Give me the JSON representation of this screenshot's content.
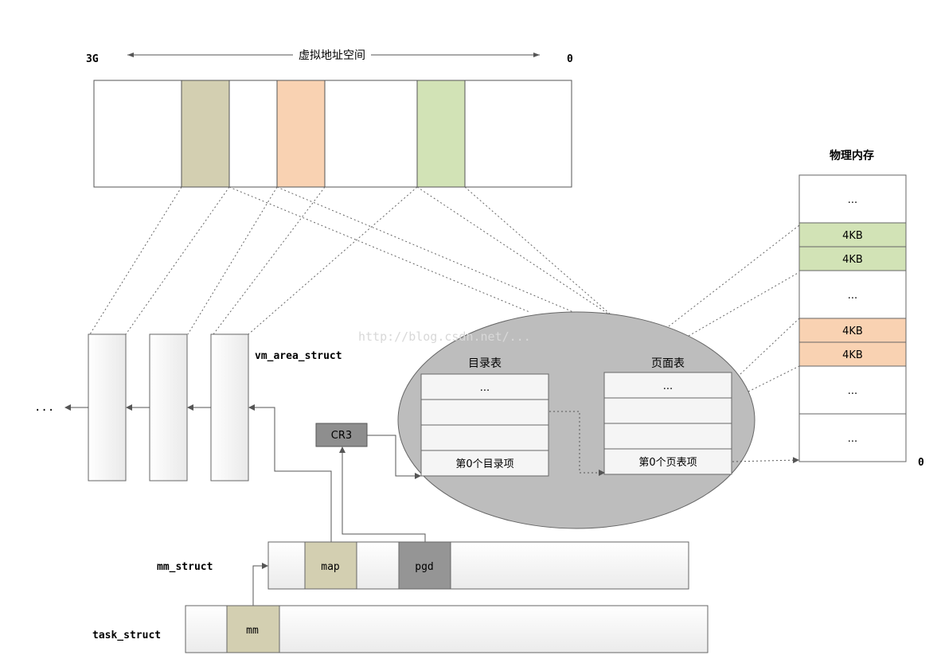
{
  "virtual_space": {
    "left_label": "3G",
    "title": "虚拟地址空间",
    "right_label": "0"
  },
  "physical_memory": {
    "title": "物理内存",
    "bottom_label": "0",
    "cells": [
      {
        "text": "...",
        "color": "#ffffff"
      },
      {
        "text": "4KB",
        "color": "#d2e3b6"
      },
      {
        "text": "4KB",
        "color": "#d2e3b6"
      },
      {
        "text": "...",
        "color": "#ffffff"
      },
      {
        "text": "4KB",
        "color": "#f9d2b2"
      },
      {
        "text": "4KB",
        "color": "#f9d2b2"
      },
      {
        "text": "...",
        "color": "#ffffff"
      },
      {
        "text": "...",
        "color": "#ffffff"
      }
    ]
  },
  "vm_area": {
    "label": "vm_area_struct",
    "ellipsis": "..."
  },
  "cr3": {
    "label": "CR3"
  },
  "page_dir": {
    "title": "目录表",
    "rows": [
      "...",
      "",
      "",
      "第0个目录项"
    ]
  },
  "page_table": {
    "title": "页面表",
    "rows": [
      "...",
      "",
      "",
      "第0个页表项"
    ]
  },
  "mm_struct": {
    "label": "mm_struct",
    "map": "map",
    "pgd": "pgd"
  },
  "task_struct": {
    "label": "task_struct",
    "mm": "mm"
  },
  "watermark": "http://blog.csdn.net/..."
}
